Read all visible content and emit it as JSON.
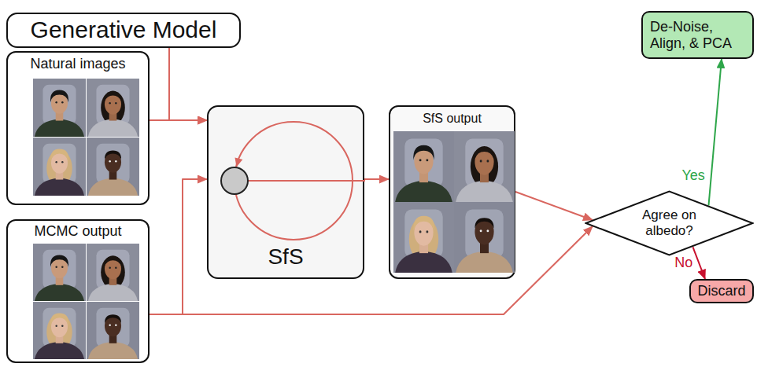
{
  "diagram": {
    "nodes": [
      {
        "text": [
          "Generative Model"
        ]
      },
      {
        "text": [
          "Natural images"
        ]
      },
      {
        "text": [
          "MCMC output"
        ]
      },
      {
        "text": [
          "SfS"
        ]
      },
      {
        "text": [
          "SfS output"
        ]
      },
      {
        "text": [
          "Agree on albedo?"
        ]
      },
      {
        "text": [
          "De-Noise, Align, & PCA"
        ]
      },
      {
        "text": [
          "Discard"
        ]
      }
    ],
    "edges": [
      {
        "from": 0,
        "to": 3,
        "arrow": "to"
      },
      {
        "from": 1,
        "to": 3,
        "arrow": "to"
      },
      {
        "from": 2,
        "to": 3,
        "arrow": "to"
      },
      {
        "from": 3,
        "to": 4,
        "arrow": "to"
      },
      {
        "from": 4,
        "to": 5,
        "arrow": "to"
      },
      {
        "from": 2,
        "to": 5,
        "arrow": "to"
      },
      {
        "from": 5,
        "to": 6,
        "label": "Yes",
        "arrow": "to"
      },
      {
        "from": 5,
        "to": 7,
        "label": "No",
        "arrow": "to"
      }
    ]
  }
}
